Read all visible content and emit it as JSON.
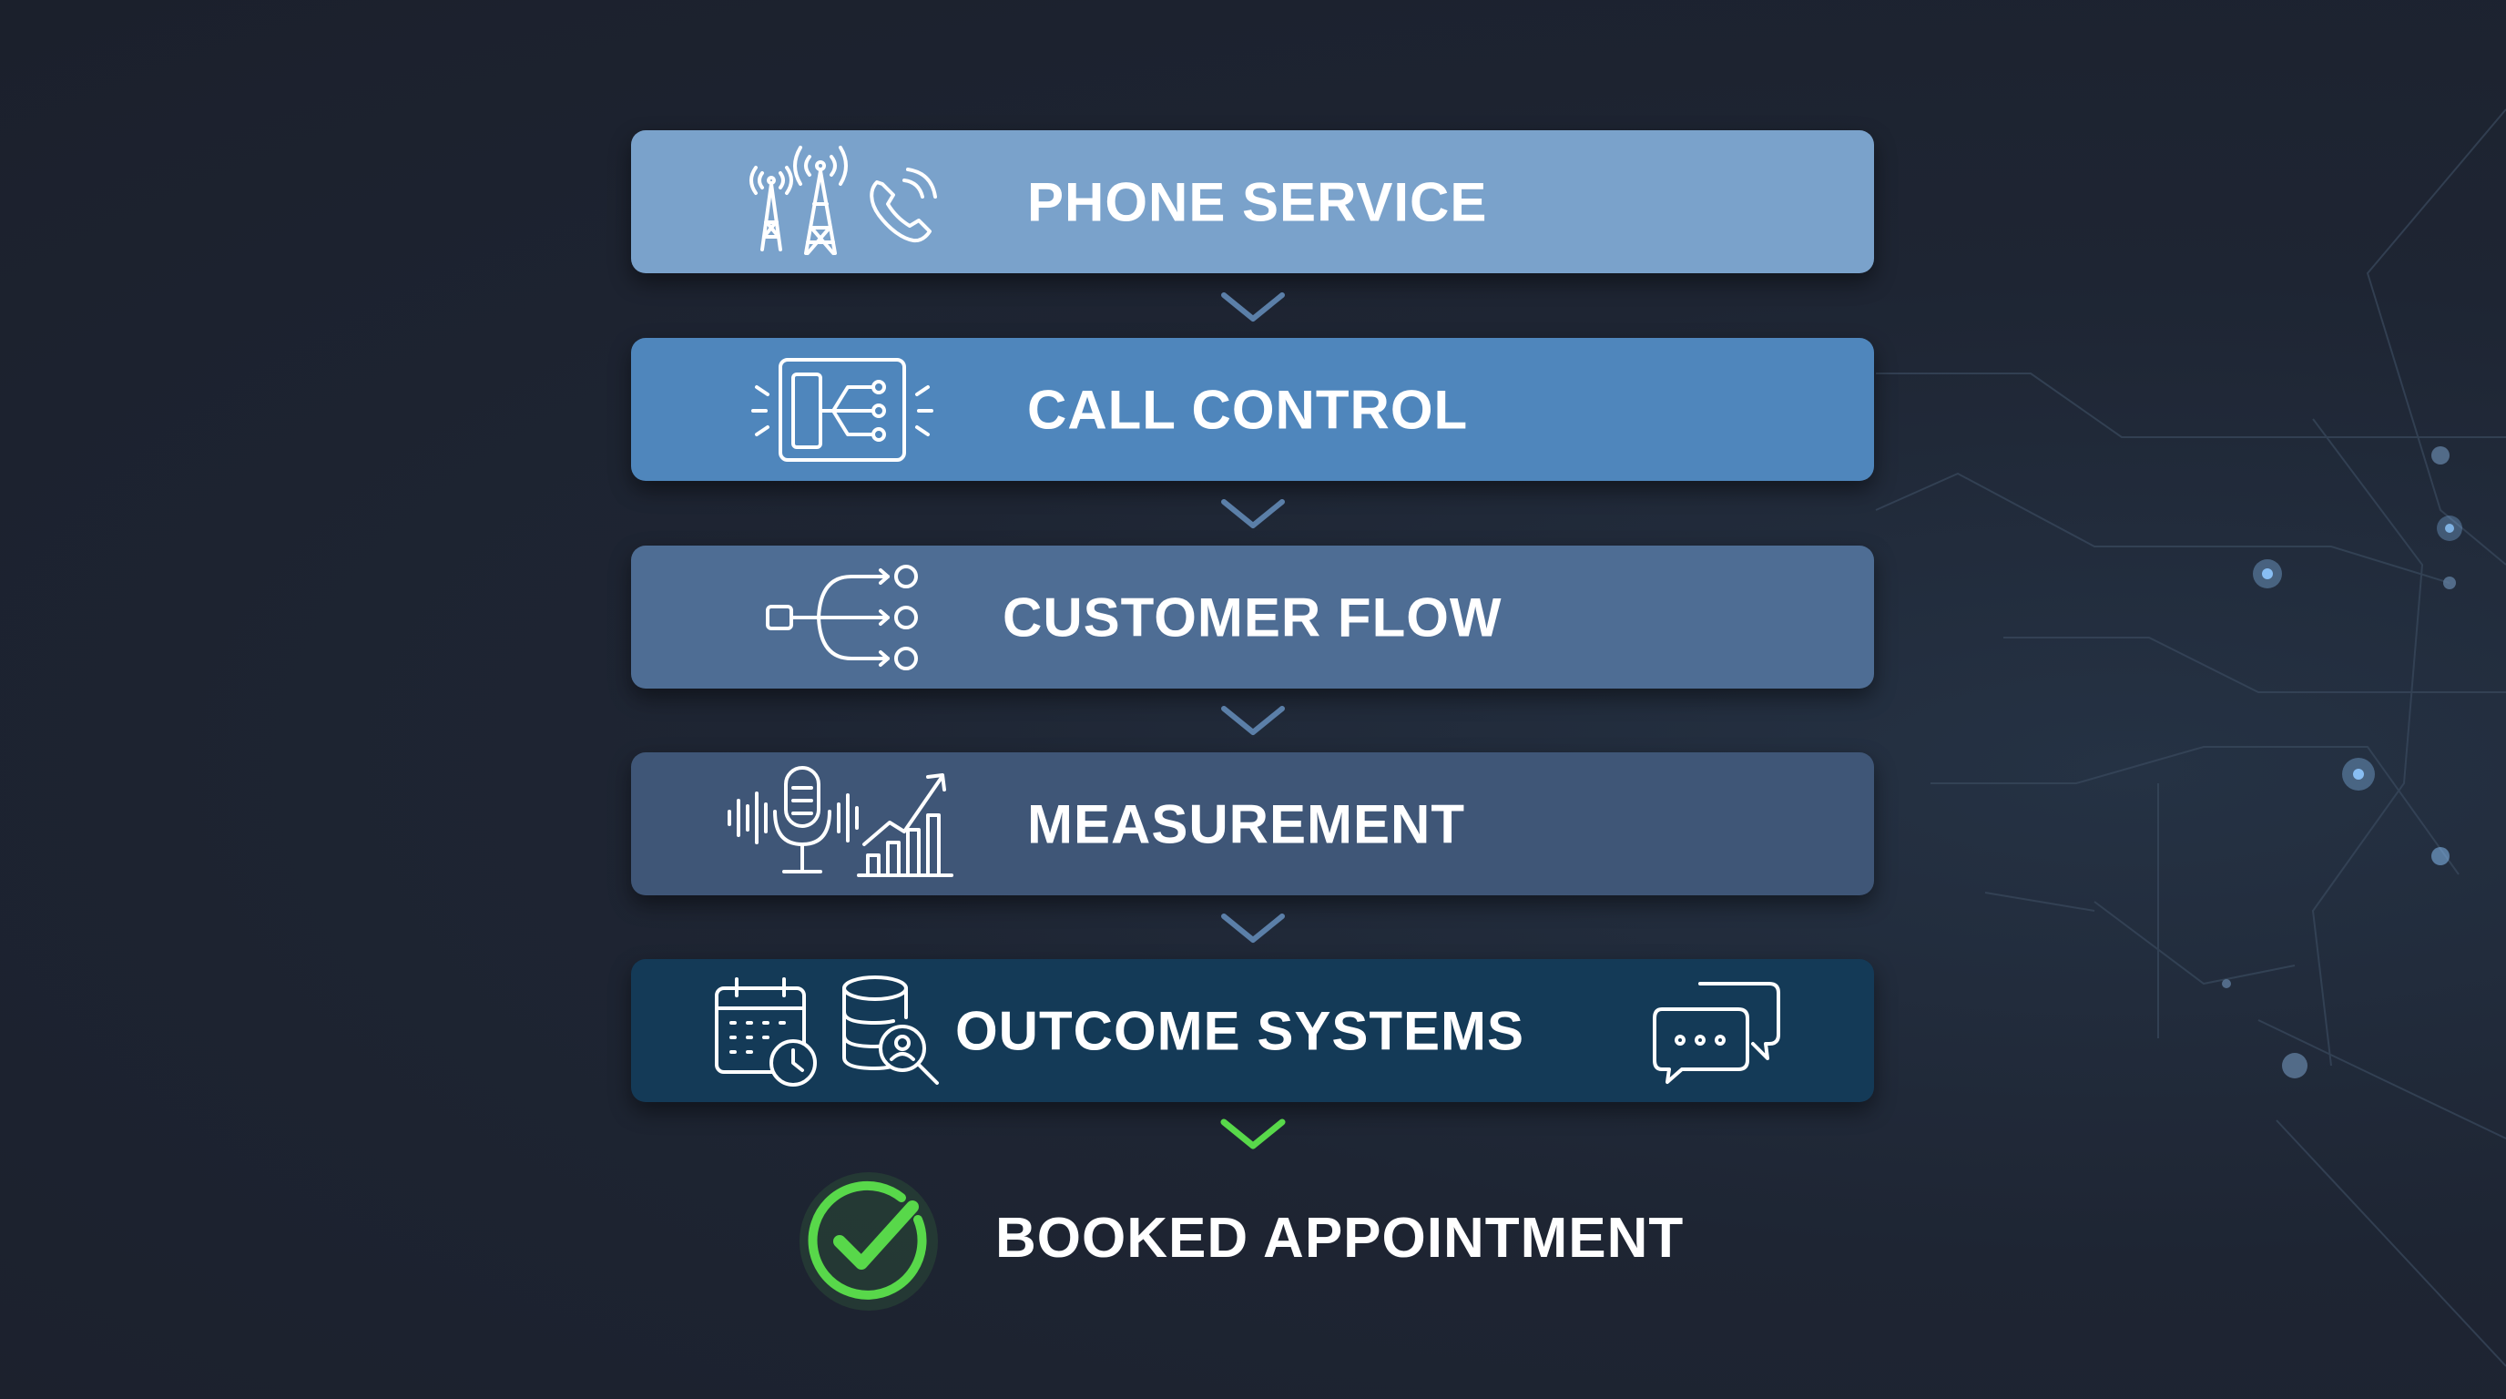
{
  "stages": [
    {
      "label": "PHONE SERVICE",
      "icon": "cell-tower-phone-icon",
      "color": "#7aa2cb"
    },
    {
      "label": "CALL CONTROL",
      "icon": "control-panel-icon",
      "color": "#4f86bc"
    },
    {
      "label": "CUSTOMER FLOW",
      "icon": "branching-flow-icon",
      "color": "#4e6d94"
    },
    {
      "label": "MEASUREMENT",
      "icon": "microphone-chart-icon",
      "color": "#3f5677"
    },
    {
      "label": "OUTCOME SYSTEMS",
      "icon": "calendar-database-chat-icon",
      "color": "#143a57"
    }
  ],
  "result": {
    "label": "BOOKED APPOINTMENT",
    "icon": "check-circle-icon",
    "color": "#58d84a"
  },
  "connector_color": "#5b7fa8"
}
